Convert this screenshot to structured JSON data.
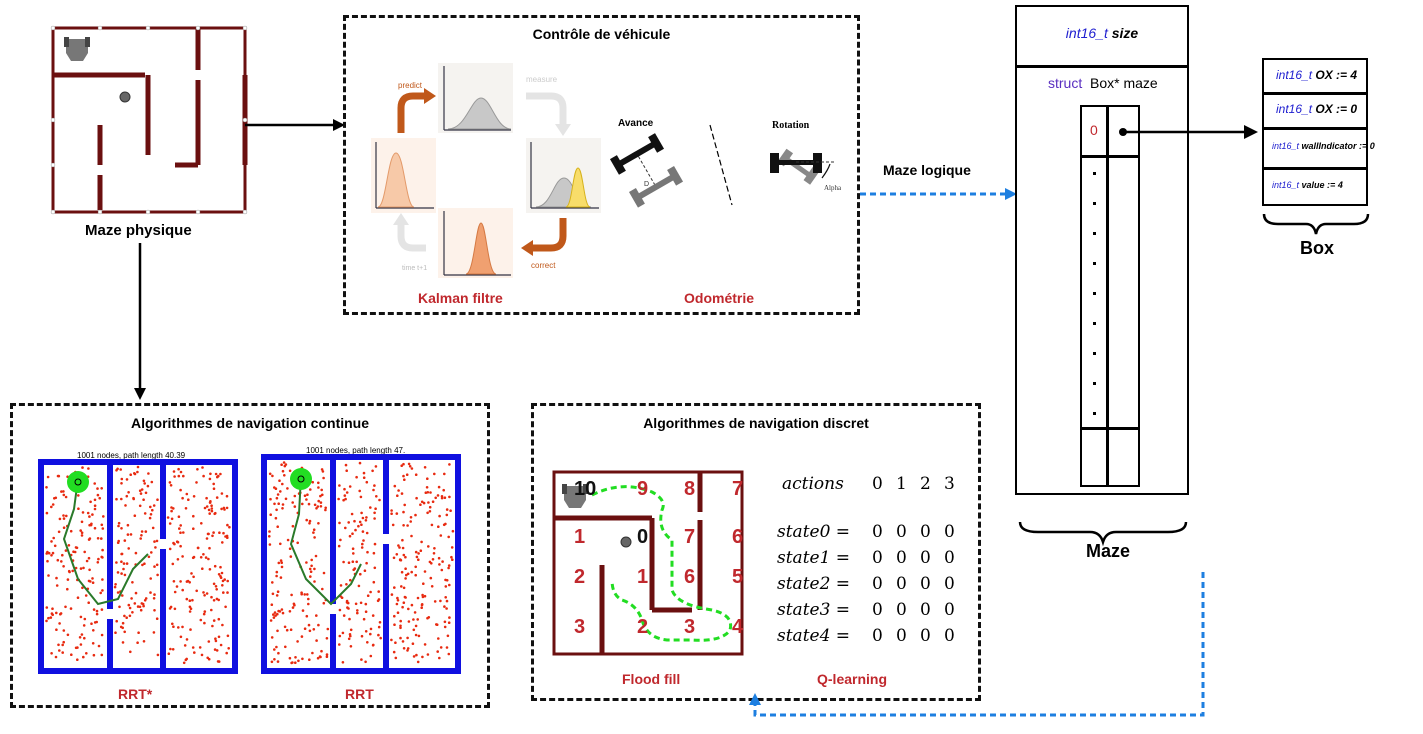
{
  "physical_maze": {
    "label": "Maze physique"
  },
  "vehicle_control": {
    "title": "Contrôle de véhicule",
    "kalman_label": "Kalman filtre",
    "odometry_label": "Odométrie",
    "kalman_steps": {
      "predict": "predict",
      "measure": "measure",
      "correct": "correct",
      "time": "time t+1"
    },
    "avance_label": "Avance",
    "rotation_label": "Rotation",
    "d_label": "D",
    "alpha_label": "Alpha"
  },
  "maze_logique_label": "Maze logique",
  "maze_struct": {
    "size_type": "int16_t",
    "size_name": "size",
    "struct_keyword": "struct",
    "struct_decl": "Box* maze",
    "index0": "0",
    "label": "Maze"
  },
  "box_struct": {
    "rows": [
      {
        "type": "int16_t",
        "field": "OX := 4"
      },
      {
        "type": "int16_t",
        "field": "OX := 0"
      },
      {
        "type": "int16_t",
        "field": "wallIndicator := 0"
      },
      {
        "type": "int16_t",
        "field": "value := 4"
      }
    ],
    "label": "Box"
  },
  "continuous_nav": {
    "title": "Algorithmes de navigation continue",
    "rrtstar_caption": "1001 nodes, path length 40.39",
    "rrt_caption": "1001 nodes, path length 47.",
    "rrtstar_label": "RRT*",
    "rrt_label": "RRT"
  },
  "discrete_nav": {
    "title": "Algorithmes de navigation discret",
    "floodfill_label": "Flood fill",
    "qlearning_label": "Q-learning",
    "grid_numbers": [
      [
        "10",
        "9",
        "8",
        "7"
      ],
      [
        "1",
        "0",
        "7",
        "6"
      ],
      [
        "2",
        "1",
        "6",
        "5"
      ],
      [
        "3",
        "2",
        "3",
        "4"
      ]
    ],
    "q_table": {
      "header_label": "actions",
      "actions": [
        "0",
        "1",
        "2",
        "3"
      ],
      "states": [
        {
          "name": "state0 =",
          "values": [
            "0",
            "0",
            "0",
            "0"
          ]
        },
        {
          "name": "state1 =",
          "values": [
            "0",
            "0",
            "0",
            "0"
          ]
        },
        {
          "name": "state2 =",
          "values": [
            "0",
            "0",
            "0",
            "0"
          ]
        },
        {
          "name": "state3 =",
          "values": [
            "0",
            "0",
            "0",
            "0"
          ]
        },
        {
          "name": "state4 =",
          "values": [
            "0",
            "0",
            "0",
            "0"
          ]
        }
      ]
    }
  },
  "colors": {
    "maze_wall": "#6b1010",
    "rrt_border": "#1010e0",
    "accent_red": "#c0282d",
    "blue_arrow": "#1e7fe0",
    "path_green": "#22dd22",
    "type_blue": "#2020d0"
  }
}
